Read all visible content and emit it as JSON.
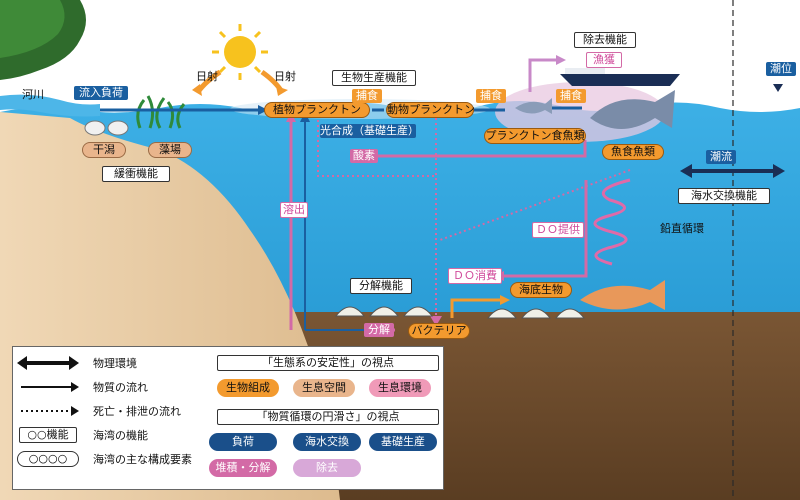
{
  "colors": {
    "sea": "#1f9ad6",
    "sky": "#ffffff",
    "land": "#e6c9a2",
    "seabed": "#6b4b2e",
    "material_flow": "#1a5fa0",
    "pink_flow": "#d36aa6",
    "orange": "#f39a2e"
  },
  "labels": {
    "river": "河川",
    "inflow_load": "流入負荷",
    "tidal_flat": "干潟",
    "seaweed_bed": "藻場",
    "buffer_function": "緩衝機能",
    "sunlight_1": "日射",
    "sunlight_2": "日射",
    "bio_production_function": "生物生産機能",
    "phytoplankton": "植物プランクトン",
    "predation_1": "捕食",
    "zooplankton": "動物プランクトン",
    "predation_2": "捕食",
    "predation_3": "捕食",
    "photosynthesis": "光合成（基礎生産）",
    "oxygen": "酸素",
    "plankton_feeding_fish": "プランクトン食魚類",
    "piscivorous_fish": "魚食魚類",
    "removal_function": "除去機能",
    "fishing": "漁獲",
    "tide_level": "潮位",
    "tidal_current": "潮流",
    "seawater_exchange_function": "海水交換機能",
    "dissolution": "溶出",
    "do_supply": "ＤＯ提供",
    "vertical_circulation": "鉛直循環",
    "decomposition_function": "分解機能",
    "do_consumption": "ＤＯ消費",
    "benthic_organisms": "海底生物",
    "decomposition": "分解",
    "bacteria": "バクテリア"
  },
  "legend": {
    "physical_env": "物理環境",
    "material_flow": "物質の流れ",
    "death_excretion_flow": "死亡・排泄の流れ",
    "function_symbol": "○○機能",
    "function_desc": "海湾の機能",
    "element_symbol": "○○○○",
    "element_desc": "海湾の主な構成要素",
    "stability_title": "「生態系の安定性」の視点",
    "stability_items": [
      "生物組成",
      "生息空間",
      "生息環境"
    ],
    "circulation_title": "「物質循環の円滑さ」の視点",
    "circulation_items_row1": [
      "負荷",
      "海水交換",
      "基礎生産"
    ],
    "circulation_items_row2": [
      "堆積・分解",
      "除去"
    ]
  }
}
